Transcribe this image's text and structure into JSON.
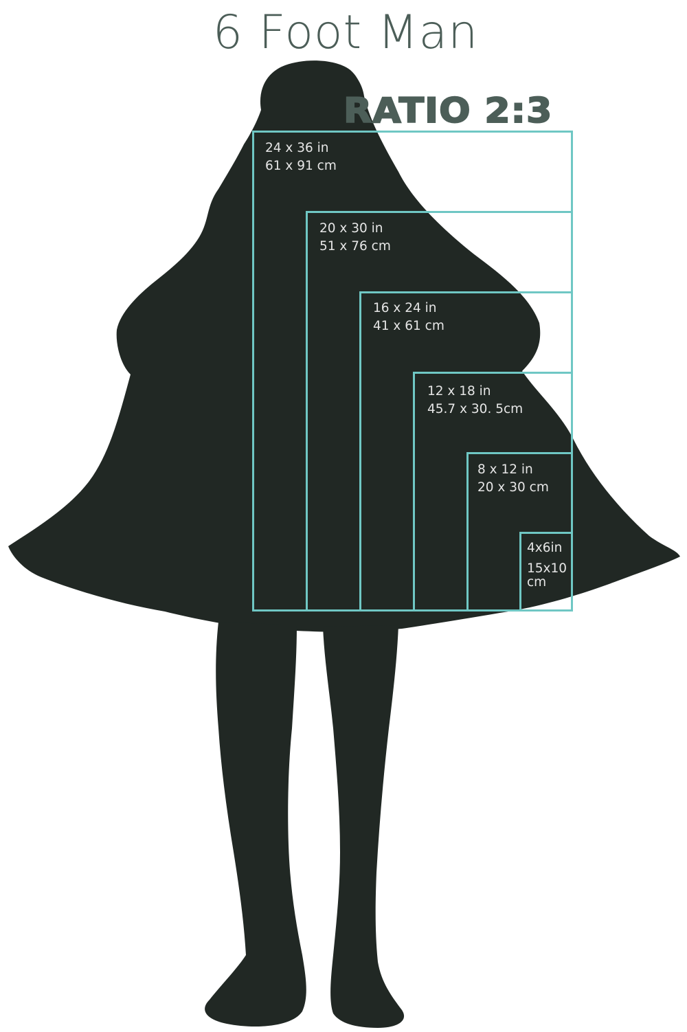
{
  "title": "6 Foot Man",
  "ratio_label": "RATIO 2:3",
  "colors": {
    "silhouette": "#212824",
    "frame_stroke": "#6fc7c4",
    "title_text": "#4c5e58",
    "label_text": "#e6e6e6"
  },
  "sizes": [
    {
      "imperial": "24 x 36 in",
      "metric": "61 x 91 cm"
    },
    {
      "imperial": "20 x 30 in",
      "metric": "51 x 76 cm"
    },
    {
      "imperial": "16 x 24 in",
      "metric": "41 x 61 cm"
    },
    {
      "imperial": "12 x 18 in",
      "metric": "45.7 x 30. 5cm"
    },
    {
      "imperial": "8 x 12 in",
      "metric": "20 x 30 cm"
    },
    {
      "imperial": "4x6in",
      "metric": "15x10",
      "metric_unit": "cm"
    }
  ]
}
